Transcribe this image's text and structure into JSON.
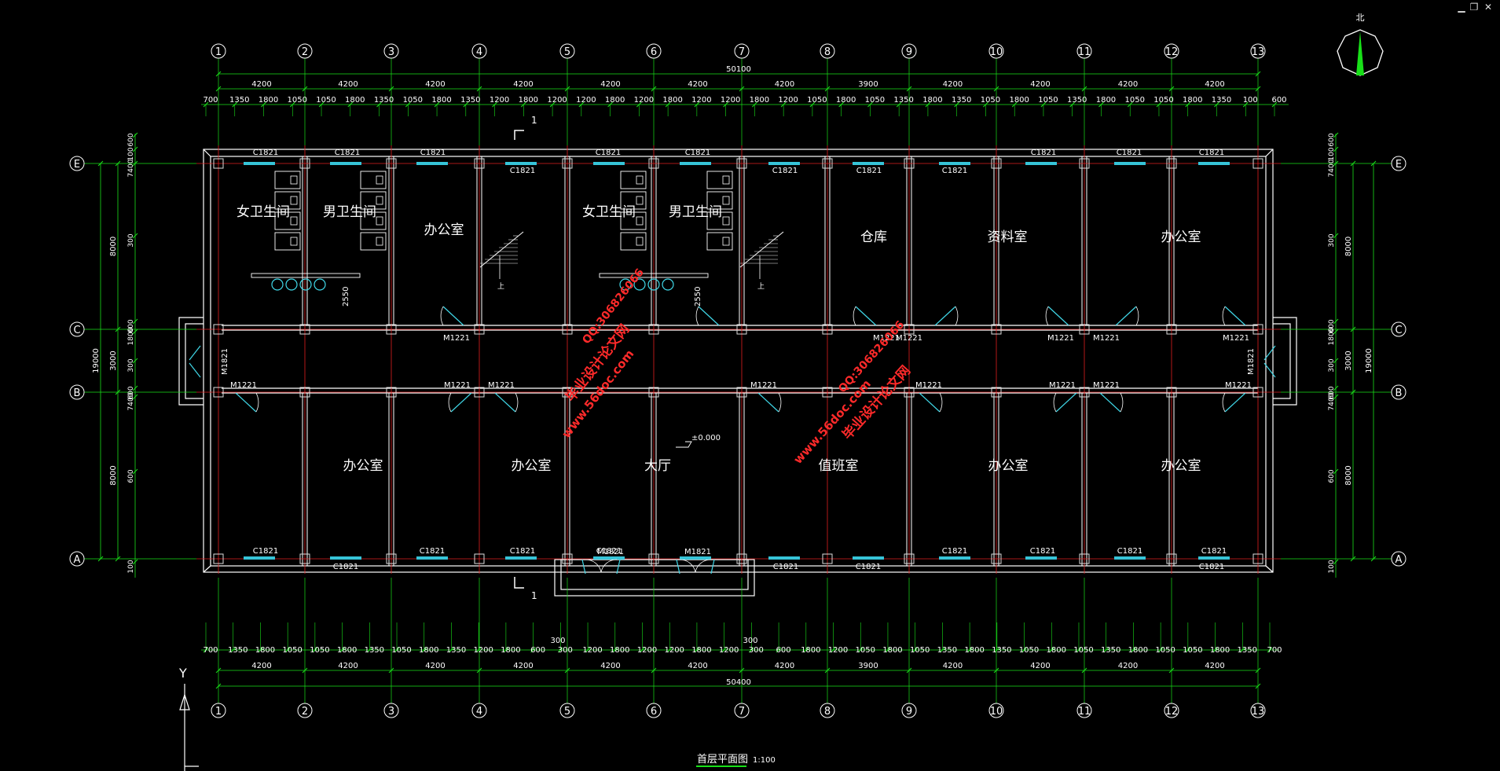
{
  "window": {
    "minimize": "▁",
    "restore": "❐",
    "close": "✕"
  },
  "colors": {
    "bg": "#000000",
    "grid": "#e02020",
    "dim": "#19e019",
    "wall": "#ffffff",
    "window": "#36c4d8",
    "door": "#40d8e8",
    "text": "#ffffff",
    "watermark": "#ff2a2a"
  },
  "north_label": "北",
  "axes_x": [
    "1",
    "2",
    "3",
    "4",
    "5",
    "6",
    "7",
    "8",
    "9",
    "10",
    "11",
    "12",
    "13"
  ],
  "axes_y": [
    "E",
    "C",
    "B",
    "A"
  ],
  "dims_top": {
    "total": "50100",
    "bays": [
      "4200",
      "4200",
      "4200",
      "4200",
      "4200",
      "4200",
      "4200",
      "3900",
      "4200",
      "4200",
      "4200",
      "4200"
    ],
    "detail": [
      "700",
      "1350",
      "1800",
      "1050",
      "1050",
      "1800",
      "1350",
      "1050",
      "1800",
      "1350",
      "1200",
      "1800",
      "1200",
      "1200",
      "1800",
      "1200",
      "1800",
      "1200",
      "1200",
      "1800",
      "1200",
      "1050",
      "1800",
      "1050",
      "1350",
      "1800",
      "1350",
      "1050",
      "1800",
      "1050",
      "1350",
      "1800",
      "1050",
      "1050",
      "1800",
      "1350",
      "100",
      "600"
    ]
  },
  "dims_bottom": {
    "total": "50400",
    "bays": [
      "4200",
      "4200",
      "4200",
      "4200",
      "4200",
      "4200",
      "4200",
      "3900",
      "4200",
      "4200",
      "4200",
      "4200"
    ],
    "detail": [
      "700",
      "1350",
      "1800",
      "1050",
      "1050",
      "1800",
      "1350",
      "1050",
      "1800",
      "1350",
      "1200",
      "1800",
      "600",
      "300",
      "1200",
      "1800",
      "1200",
      "1200",
      "1800",
      "1200",
      "300",
      "600",
      "1800",
      "1200",
      "1050",
      "1800",
      "1050",
      "1350",
      "1800",
      "1350",
      "1050",
      "1800",
      "1050",
      "1350",
      "1800",
      "1050",
      "1050",
      "1800",
      "1350",
      "700"
    ],
    "extra": [
      "300",
      "300"
    ]
  },
  "dims_left": {
    "total": "19000",
    "outer": [
      "8000",
      "3000",
      "8000"
    ],
    "inner": [
      "600",
      "100",
      "7400",
      "300",
      "600",
      "1800",
      "300",
      "600",
      "7400",
      "600",
      "100"
    ]
  },
  "dims_right": {
    "total": "19000",
    "outer": [
      "8000",
      "3000",
      "8000"
    ],
    "inner": [
      "600",
      "100",
      "7400",
      "300",
      "600",
      "1800",
      "300",
      "600",
      "7400",
      "600",
      "100"
    ]
  },
  "rooms": [
    "女卫生间",
    "男卫生间",
    "办公室",
    "女卫生间",
    "男卫生间",
    "仓库",
    "资料室",
    "办公室",
    "办公室",
    "办公室",
    "大厅",
    "值班室",
    "办公室",
    "办公室"
  ],
  "window_tags_top": [
    "C1821",
    "C1821",
    "C1821",
    "C1821",
    "C1821",
    "C1821",
    "C1821",
    "C1821",
    "C1821",
    "C1821",
    "C1821",
    "C1821"
  ],
  "window_tags_bottom": [
    "C1821",
    "C1821",
    "C1821",
    "C1821",
    "C1821",
    "C1821",
    "C1821",
    "C1821",
    "C1821",
    "C1821",
    "C1821",
    "C1821"
  ],
  "door_tags": [
    "M1221",
    "M1221",
    "M1221",
    "M1221",
    "M1221",
    "M1221",
    "M1221",
    "M1221",
    "M1221",
    "M1221",
    "M1221",
    "M1221",
    "M1221",
    "M1221",
    "M1821",
    "M1821",
    "M1821",
    "M1821"
  ],
  "stair_label": "上",
  "dim_2550": "2550",
  "elevation": "±0.000",
  "section_mark": "1",
  "watermarks": [
    "毕业设计论文网",
    "www.56doc.com",
    "QQ:306826066"
  ],
  "drawing_title": "首层平面图",
  "drawing_scale": "1:100",
  "y_axis_label": "Y"
}
